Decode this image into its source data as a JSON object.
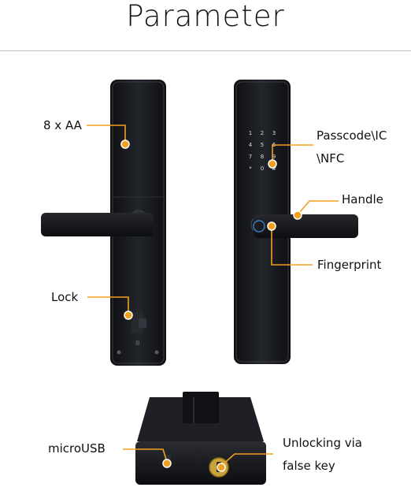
{
  "title": "Parameter",
  "labels": {
    "battery": "8 x AA",
    "passcode_line1": "Passcode\\IC",
    "passcode_line2": "\\NFC",
    "handle": "Handle",
    "fingerprint": "Fingerprint",
    "lock": "Lock",
    "microusb": "microUSB",
    "unlocking_line1": "Unlocking via",
    "unlocking_line2": "false key"
  },
  "keypad": [
    "1",
    "2",
    "3",
    "4",
    "5",
    "6",
    "7",
    "8",
    "9",
    "*",
    "0",
    "#"
  ],
  "colors": {
    "accent": "#f0a01e",
    "body": "#1b1d21",
    "text": "#111111"
  }
}
